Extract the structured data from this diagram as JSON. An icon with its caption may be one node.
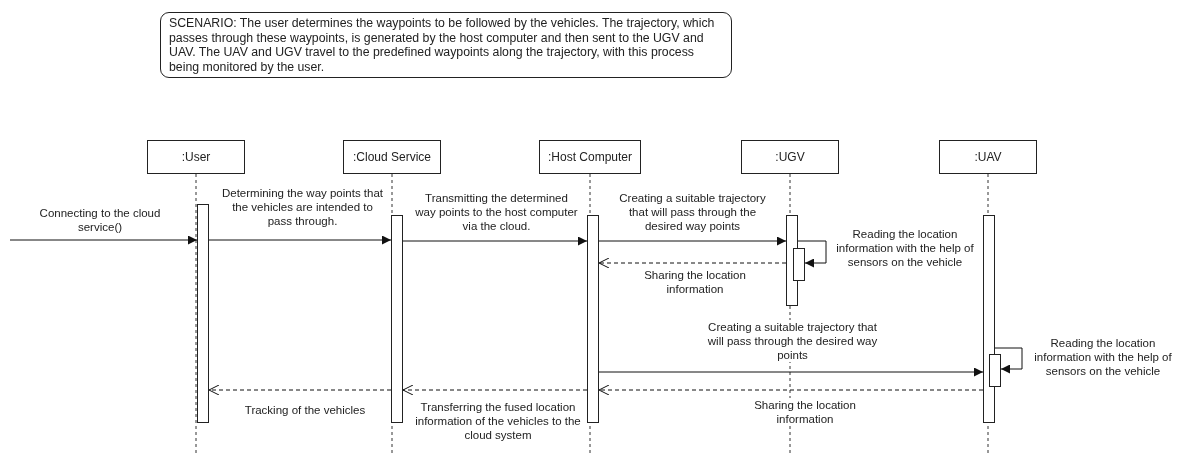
{
  "diagram": {
    "nodes": [
      {
        "text": [
          "SCENARIO: The user determines the waypoints to be followed by the vehicles. The trajectory, which passes through these waypoints, is generated by the host computer and then sent to the UGV and UAV. The UAV and UGV travel to the predefined waypoints along the trajectory, with this process being monitored by the user."
        ]
      },
      {
        "text": [
          ":User"
        ]
      },
      {
        "text": [
          ":Cloud Service"
        ]
      },
      {
        "text": [
          ":Host Computer"
        ]
      },
      {
        "text": [
          ":UGV"
        ]
      },
      {
        "text": [
          ":UAV"
        ]
      },
      {
        "text": [],
        "shape": "bar"
      },
      {
        "text": [],
        "shape": "bar"
      },
      {
        "text": [],
        "shape": "bar"
      },
      {
        "text": [],
        "shape": "bar"
      },
      {
        "text": [],
        "shape": "bar"
      },
      {
        "text": [],
        "shape": "bar"
      },
      {
        "text": [],
        "shape": "bar"
      }
    ],
    "edges": [
      {
        "from": null,
        "to": 6,
        "arrow": "to",
        "label": "Connecting to the cloud service()"
      },
      {
        "from": 6,
        "to": 7,
        "arrow": "to",
        "label": "Determining the way points that the vehicles are intended to pass through."
      },
      {
        "from": 7,
        "to": 8,
        "arrow": "to",
        "label": "Transmitting the determined way points to the host computer via the cloud."
      },
      {
        "from": 8,
        "to": 9,
        "arrow": "to",
        "label": "Creating a suitable trajectory that will pass through the desired way points"
      },
      {
        "from": 9,
        "to": 10,
        "arrow": "to",
        "label": "Reading the location information with the help of sensors on the vehicle"
      },
      {
        "from": 9,
        "to": 8,
        "arrow": "to",
        "style": "dashed",
        "label": "Sharing the location information"
      },
      {
        "from": 8,
        "to": 11,
        "arrow": "to",
        "label": "Creating a suitable trajectory that will pass through the desired way points"
      },
      {
        "from": 11,
        "to": 12,
        "arrow": "to",
        "label": "Reading the location information with the help of sensors on the vehicle"
      },
      {
        "from": 11,
        "to": 8,
        "arrow": "to",
        "style": "dashed",
        "label": "Sharing the location information"
      },
      {
        "from": 8,
        "to": 7,
        "arrow": "to",
        "style": "dashed",
        "label": "Transferring the fused location information of the vehicles to the cloud system"
      },
      {
        "from": 7,
        "to": 6,
        "arrow": "to",
        "style": "dashed",
        "label": "Tracking of the vehicles"
      }
    ]
  }
}
